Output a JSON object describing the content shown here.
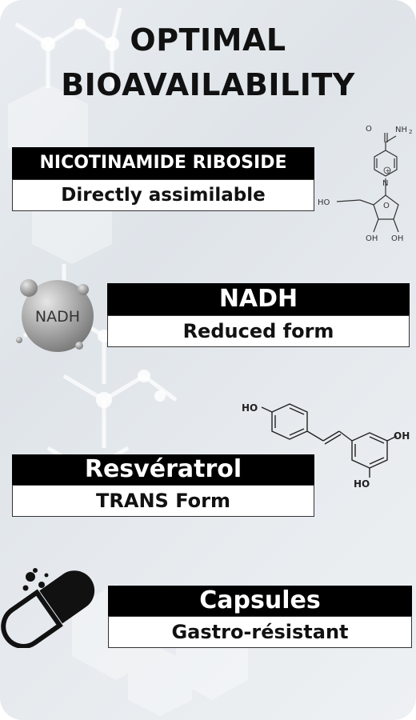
{
  "title_line1": "OPTIMAL",
  "title_line2": "BIOAVAILABILITY",
  "items": [
    {
      "label": "NICOTINAMIDE RIBOSIDE",
      "sub": "Directly assimilable"
    },
    {
      "label": "NADH",
      "sub": "Reduced form"
    },
    {
      "label": "Resvératrol",
      "sub": "TRANS Form"
    },
    {
      "label": "Capsules",
      "sub": "Gastro-résistant"
    }
  ],
  "nadh_bubble": "NADH",
  "nr_molecule": {
    "amide_o": "O",
    "amide_n": "NH",
    "amide_sub": "2",
    "plus": "+",
    "ring_n": "N",
    "ring_o": "O",
    "ho": "HO",
    "oh1": "OH",
    "oh2": "OH"
  },
  "resv_molecule": {
    "ho_top": "HO",
    "oh_right": "OH",
    "ho_bottom": "HO"
  },
  "colors": {
    "label_bg": "#000000",
    "label_text": "#ffffff",
    "sub_border": "#333333",
    "background": "#e3e7eb"
  }
}
